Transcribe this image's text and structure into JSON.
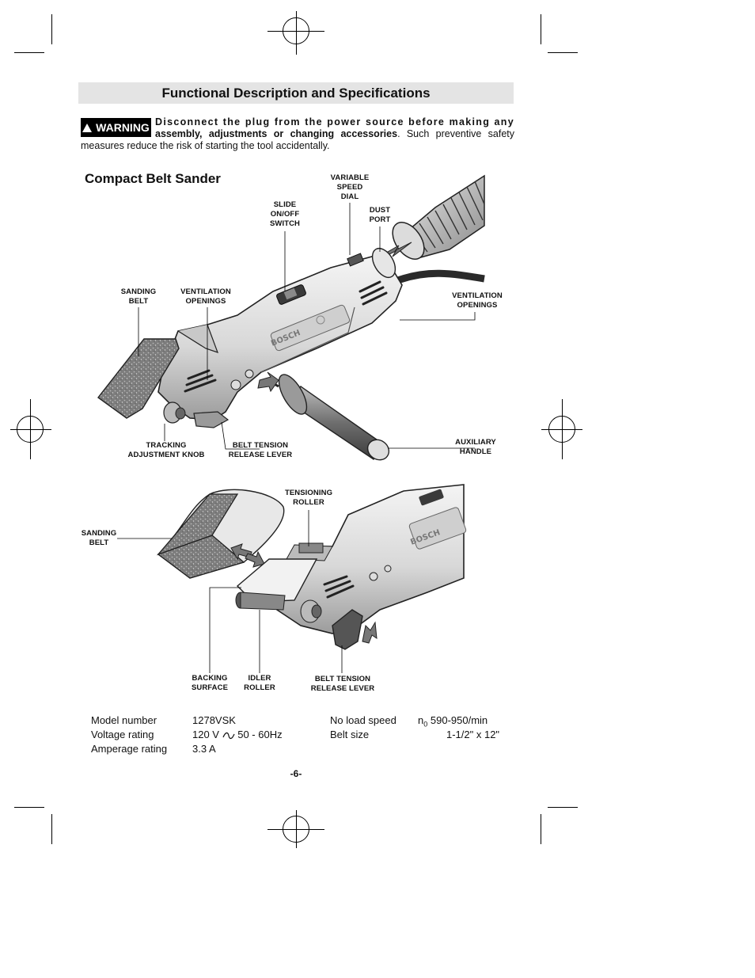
{
  "header": {
    "title": "Functional Description and Specifications"
  },
  "warning": {
    "badge": "WARNING",
    "line1": "Disconnect the plug from the power source before making any",
    "line2_bold": "assembly, adjustments or changing accessories",
    "line2_rest": ".  Such preventive safety",
    "line3": "measures reduce the risk of starting the tool accidentally."
  },
  "figure1": {
    "title": "Compact Belt Sander",
    "brand": "BOSCH",
    "labels": {
      "variable_speed_dial": "VARIABLE\nSPEED\nDIAL",
      "dust_port": "DUST\nPORT",
      "slide_switch": "SLIDE\nON/OFF\nSWITCH",
      "sanding_belt": "SANDING\nBELT",
      "ventilation_openings_left": "VENTILATION\nOPENINGS",
      "ventilation_openings_right": "VENTILATION\nOPENINGS",
      "tracking_knob": "TRACKING\nADJUSTMENT KNOB",
      "belt_tension_lever": "BELT TENSION\nRELEASE LEVER",
      "auxiliary_handle": "AUXILIARY\nHANDLE"
    }
  },
  "figure2": {
    "brand": "BOSCH",
    "labels": {
      "tensioning_roller": "TENSIONING\nROLLER",
      "sanding_belt": "SANDING\nBELT",
      "backing_surface": "BACKING\nSURFACE",
      "idler_roller": "IDLER\nROLLER",
      "belt_tension_lever": "BELT TENSION\nRELEASE LEVER"
    }
  },
  "specs": {
    "model_label": "Model number",
    "model_value": "1278VSK",
    "voltage_label": "Voltage rating",
    "voltage_value_a": "120 V",
    "voltage_value_b": "50 - 60Hz",
    "amperage_label": "Amperage rating",
    "amperage_value": "3.3 A",
    "speed_label": "No load speed",
    "speed_symbol": "n",
    "speed_sub": "0",
    "speed_value": "590-950/min",
    "belt_label": "Belt size",
    "belt_value": "1-1/2\" x 12\""
  },
  "page_number": "-6-"
}
